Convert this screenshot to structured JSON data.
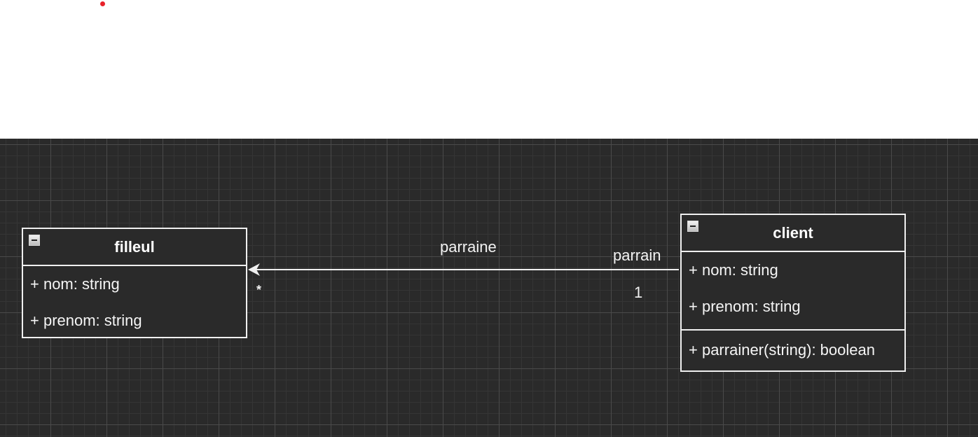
{
  "diagram": {
    "classes": [
      {
        "id": "filleul",
        "name": "filleul",
        "attributes": [
          "+ nom: string",
          "+ prenom: string"
        ],
        "operations": []
      },
      {
        "id": "client",
        "name": "client",
        "attributes": [
          "+ nom: string",
          "+ prenom: string"
        ],
        "operations": [
          "+ parrainer(string): boolean"
        ]
      }
    ],
    "association": {
      "name": "parraine",
      "source": "client",
      "target": "filleul",
      "source_role": "parrain",
      "source_multiplicity": "1",
      "target_multiplicity": "*"
    }
  },
  "colors": {
    "canvas": "#2a2a2a",
    "grid_major": "#4a4a4a",
    "grid_minor": "#353535",
    "stroke": "#f0f0f0",
    "text": "#f2f2f2",
    "marker": "#e8222a"
  },
  "icons": {
    "collapse": "collapse-minus-icon"
  }
}
